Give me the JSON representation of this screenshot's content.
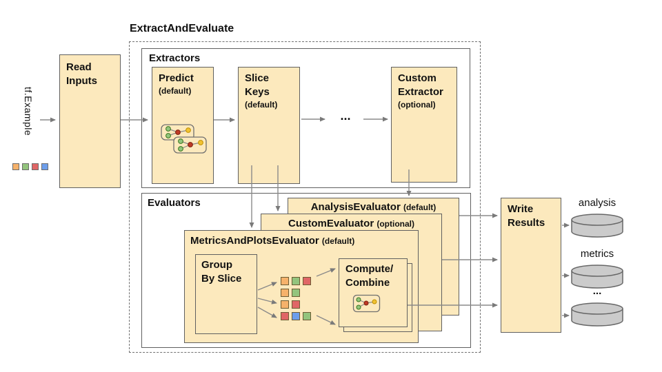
{
  "diagram": {
    "title": "ExtractAndEvaluate",
    "input": {
      "label": "tf.Example",
      "format_squares": [
        "orange",
        "green",
        "red",
        "blue"
      ]
    },
    "read_inputs": {
      "label": "Read\nInputs"
    },
    "extractors": {
      "title": "Extractors",
      "predict": {
        "name": "Predict",
        "qualifier": "(default)"
      },
      "slice_keys": {
        "name": "Slice\nKeys",
        "qualifier": "(default)"
      },
      "ellipsis": "...",
      "custom_extractor": {
        "name": "Custom\nExtractor",
        "qualifier": "(optional)"
      }
    },
    "evaluators": {
      "title": "Evaluators",
      "analysis_evaluator": {
        "name": "AnalysisEvaluator",
        "qualifier": "(default)"
      },
      "custom_evaluator": {
        "name": "CustomEvaluator",
        "qualifier": "(optional)"
      },
      "metrics_and_plots_evaluator": {
        "name": "MetricsAndPlotsEvaluator",
        "qualifier": "(default)"
      },
      "group_by_slice": {
        "label": "Group\nBy Slice"
      },
      "compute_combine": {
        "label": "Compute/\nCombine"
      },
      "slice_groups": {
        "rows": [
          [
            "orange",
            "green",
            "red"
          ],
          [
            "orange",
            "green"
          ],
          [
            "orange",
            "red"
          ],
          [
            "red",
            "blue",
            "green"
          ]
        ]
      }
    },
    "write_results": {
      "label": "Write\nResults"
    },
    "outputs": [
      {
        "label": "analysis"
      },
      {
        "label": "metrics"
      },
      {
        "label": "..."
      }
    ],
    "palette": {
      "orange": "#F6B26B",
      "green": "#93C47D",
      "red": "#E06666",
      "blue": "#6D9EEB",
      "box_fill": "#FCE9BD",
      "box_border": "#5F5F5F",
      "arrow": "#7A7A7A",
      "cylinder_fill": "#CBCBCB",
      "node_green": "#93C47D",
      "node_red": "#BE3A26",
      "node_yellow": "#F1C232"
    }
  }
}
